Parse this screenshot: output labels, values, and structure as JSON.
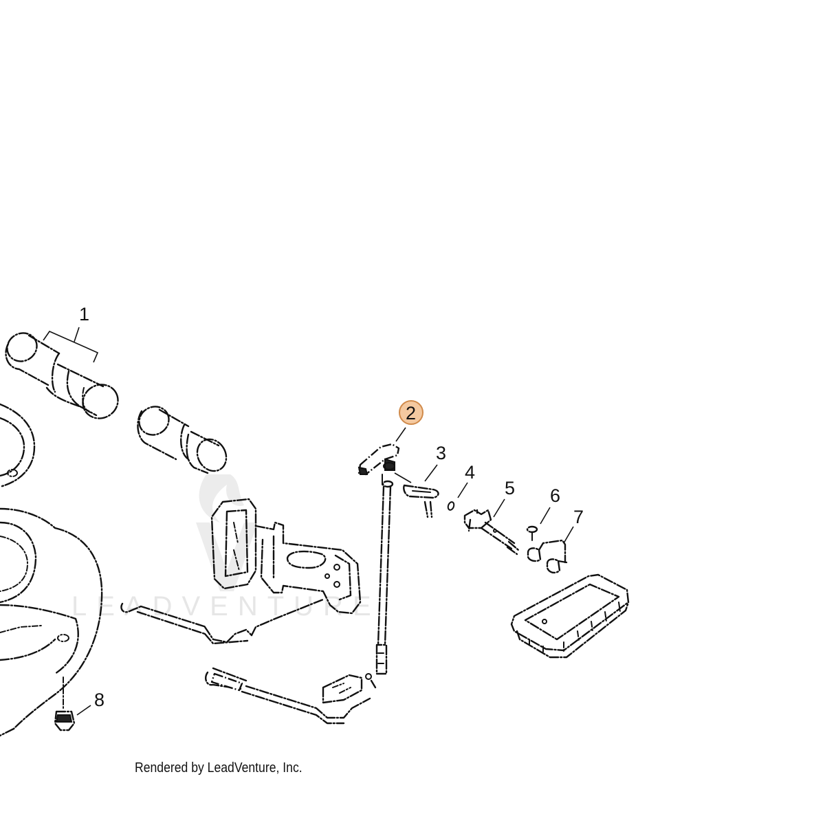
{
  "diagram": {
    "callouts": [
      {
        "label": "1",
        "highlighted": false
      },
      {
        "label": "2",
        "highlighted": true
      },
      {
        "label": "3",
        "highlighted": false
      },
      {
        "label": "4",
        "highlighted": false
      },
      {
        "label": "5",
        "highlighted": false
      },
      {
        "label": "6",
        "highlighted": false
      },
      {
        "label": "7",
        "highlighted": false
      },
      {
        "label": "8",
        "highlighted": false
      }
    ],
    "highlight_fill": "#f4c9a0",
    "highlight_stroke": "#d08a4a"
  },
  "watermark": {
    "text": "LEADVENTURE"
  },
  "footer": {
    "caption": "Rendered by LeadVenture, Inc."
  }
}
